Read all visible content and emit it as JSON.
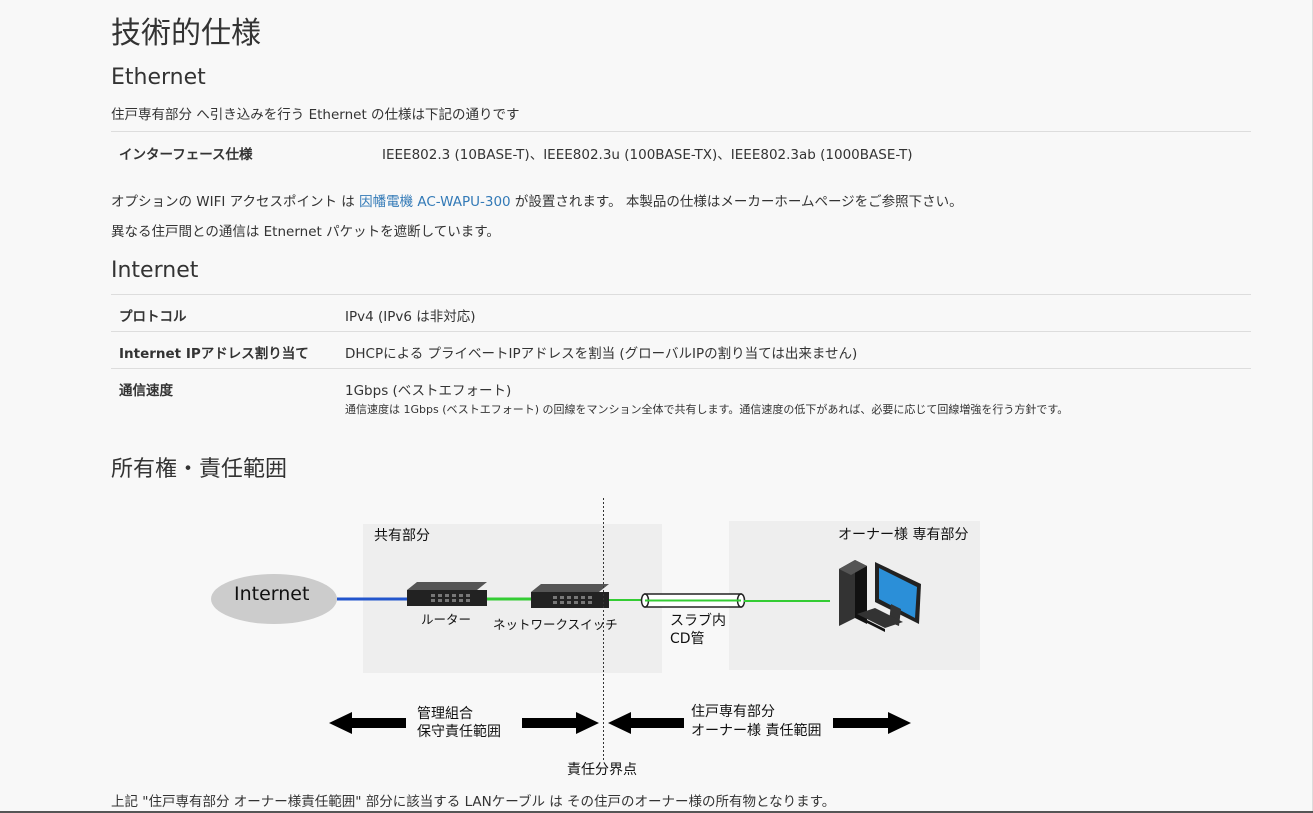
{
  "page": {
    "title": "技術的仕様"
  },
  "ethernet": {
    "heading": "Ethernet",
    "intro": "住戸専有部分 へ引き込みを行う Ethernet の仕様は下記の通りです",
    "spec_key": "インターフェース仕様",
    "spec_value": "IEEE802.3 (10BASE-T)、IEEE802.3u (100BASE-TX)、IEEE802.3ab (1000BASE-T)",
    "wifi_pre": "オプションの WIFI アクセスポイント は ",
    "wifi_link": "因幡電機 AC-WAPU-300",
    "wifi_post": " が設置されます。 本製品の仕様はメーカーホームページをご参照下さい。",
    "isolation": "異なる住戸間との通信は Etnernet パケットを遮断しています。"
  },
  "internet": {
    "heading": "Internet",
    "rows": [
      {
        "key": "プロトコル",
        "value": "IPv4 (IPv6 は非対応)"
      },
      {
        "key": "Internet IPアドレス割り当て",
        "value": "DHCPによる プライベートIPアドレスを割当 (グローバルIPの割り当ては出来ません)"
      },
      {
        "key": "通信速度",
        "value": "1Gbps (ベストエフォート)",
        "note": "通信速度は 1Gbps (ベストエフォート) の回線をマンション全体で共有します。通信速度の低下があれば、必要に応じて回線増強を行う方針です。"
      }
    ]
  },
  "ownership": {
    "heading": "所有権・責任範囲",
    "diagram": {
      "internet_label": "Internet",
      "shared_area": "共有部分",
      "owner_area": "オーナー様 専有部分",
      "router": "ルーター",
      "switch": "ネットワークスイッチ",
      "conduit_line1": "スラブ内",
      "conduit_line2": "CD管",
      "left_scope_line1": "管理組合",
      "left_scope_line2": "保守責任範囲",
      "right_scope_line1": "住戸専有部分",
      "right_scope_line2": "オーナー様 責任範囲",
      "boundary": "責任分界点",
      "colors": {
        "internet_cable": "#2255cc",
        "lan_cable": "#33cc33",
        "area_bg": "#eeeeee"
      }
    },
    "footnote": "上記 \"住戸専有部分 オーナー様責任範囲\" 部分に該当する LANケーブル は その住戸のオーナー様の所有物となります。"
  }
}
